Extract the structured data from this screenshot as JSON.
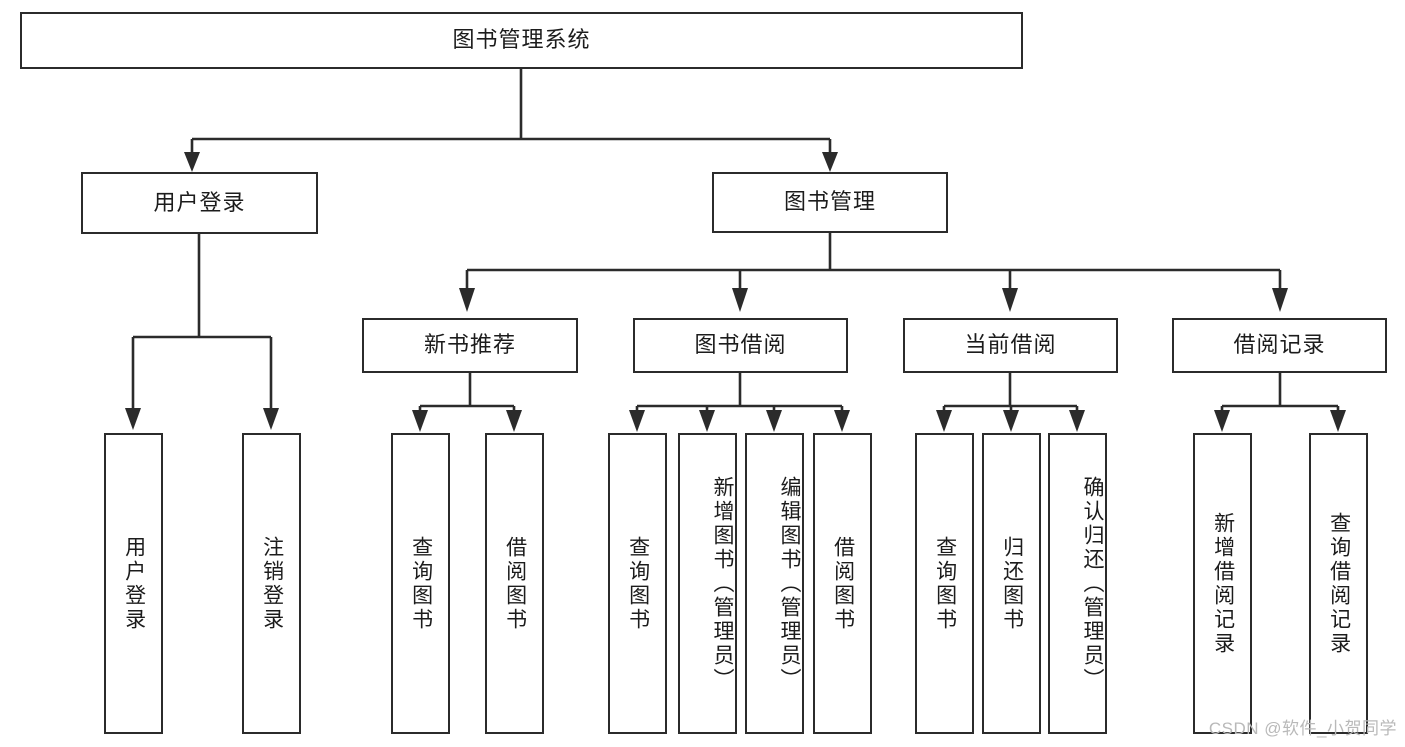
{
  "diagram": {
    "title": "图书管理系统",
    "type": "hierarchy-tree",
    "watermark": "CSDN @软件_小贺同学",
    "colors": {
      "box_border": "#2b2b2b",
      "box_fill": "#ffffff",
      "line": "#2b2b2b",
      "text": "#1c1c1c",
      "watermark": "#b9b9b9"
    },
    "root": {
      "label": "图书管理系统"
    },
    "level2": [
      {
        "id": "user-login",
        "label": "用户登录"
      },
      {
        "id": "book-management",
        "label": "图书管理"
      }
    ],
    "level3": [
      {
        "id": "new-book-recommend",
        "label": "新书推荐",
        "parent": "book-management"
      },
      {
        "id": "book-borrow",
        "label": "图书借阅",
        "parent": "book-management"
      },
      {
        "id": "current-borrow",
        "label": "当前借阅",
        "parent": "book-management"
      },
      {
        "id": "borrow-record",
        "label": "借阅记录",
        "parent": "book-management"
      }
    ],
    "leaves": {
      "user_login": [
        {
          "id": "leaf-user-login",
          "label": "用户登录"
        },
        {
          "id": "leaf-user-logout",
          "label": "注销登录"
        }
      ],
      "new_book_recommend": [
        {
          "id": "leaf-query-book-1",
          "label": "查询图书"
        },
        {
          "id": "leaf-borrow-book-1",
          "label": "借阅图书"
        }
      ],
      "book_borrow": [
        {
          "id": "leaf-query-book-2",
          "label": "查询图书"
        },
        {
          "id": "leaf-add-book",
          "label": "新增图书（管理员）"
        },
        {
          "id": "leaf-edit-book",
          "label": "编辑图书（管理员）"
        },
        {
          "id": "leaf-borrow-book-2",
          "label": "借阅图书"
        }
      ],
      "current_borrow": [
        {
          "id": "leaf-query-book-3",
          "label": "查询图书"
        },
        {
          "id": "leaf-return-book",
          "label": "归还图书"
        },
        {
          "id": "leaf-confirm-return",
          "label": "确认归还（管理员）"
        }
      ],
      "borrow_record": [
        {
          "id": "leaf-add-record",
          "label": "新增借阅记录"
        },
        {
          "id": "leaf-query-record",
          "label": "查询借阅记录"
        }
      ]
    }
  }
}
